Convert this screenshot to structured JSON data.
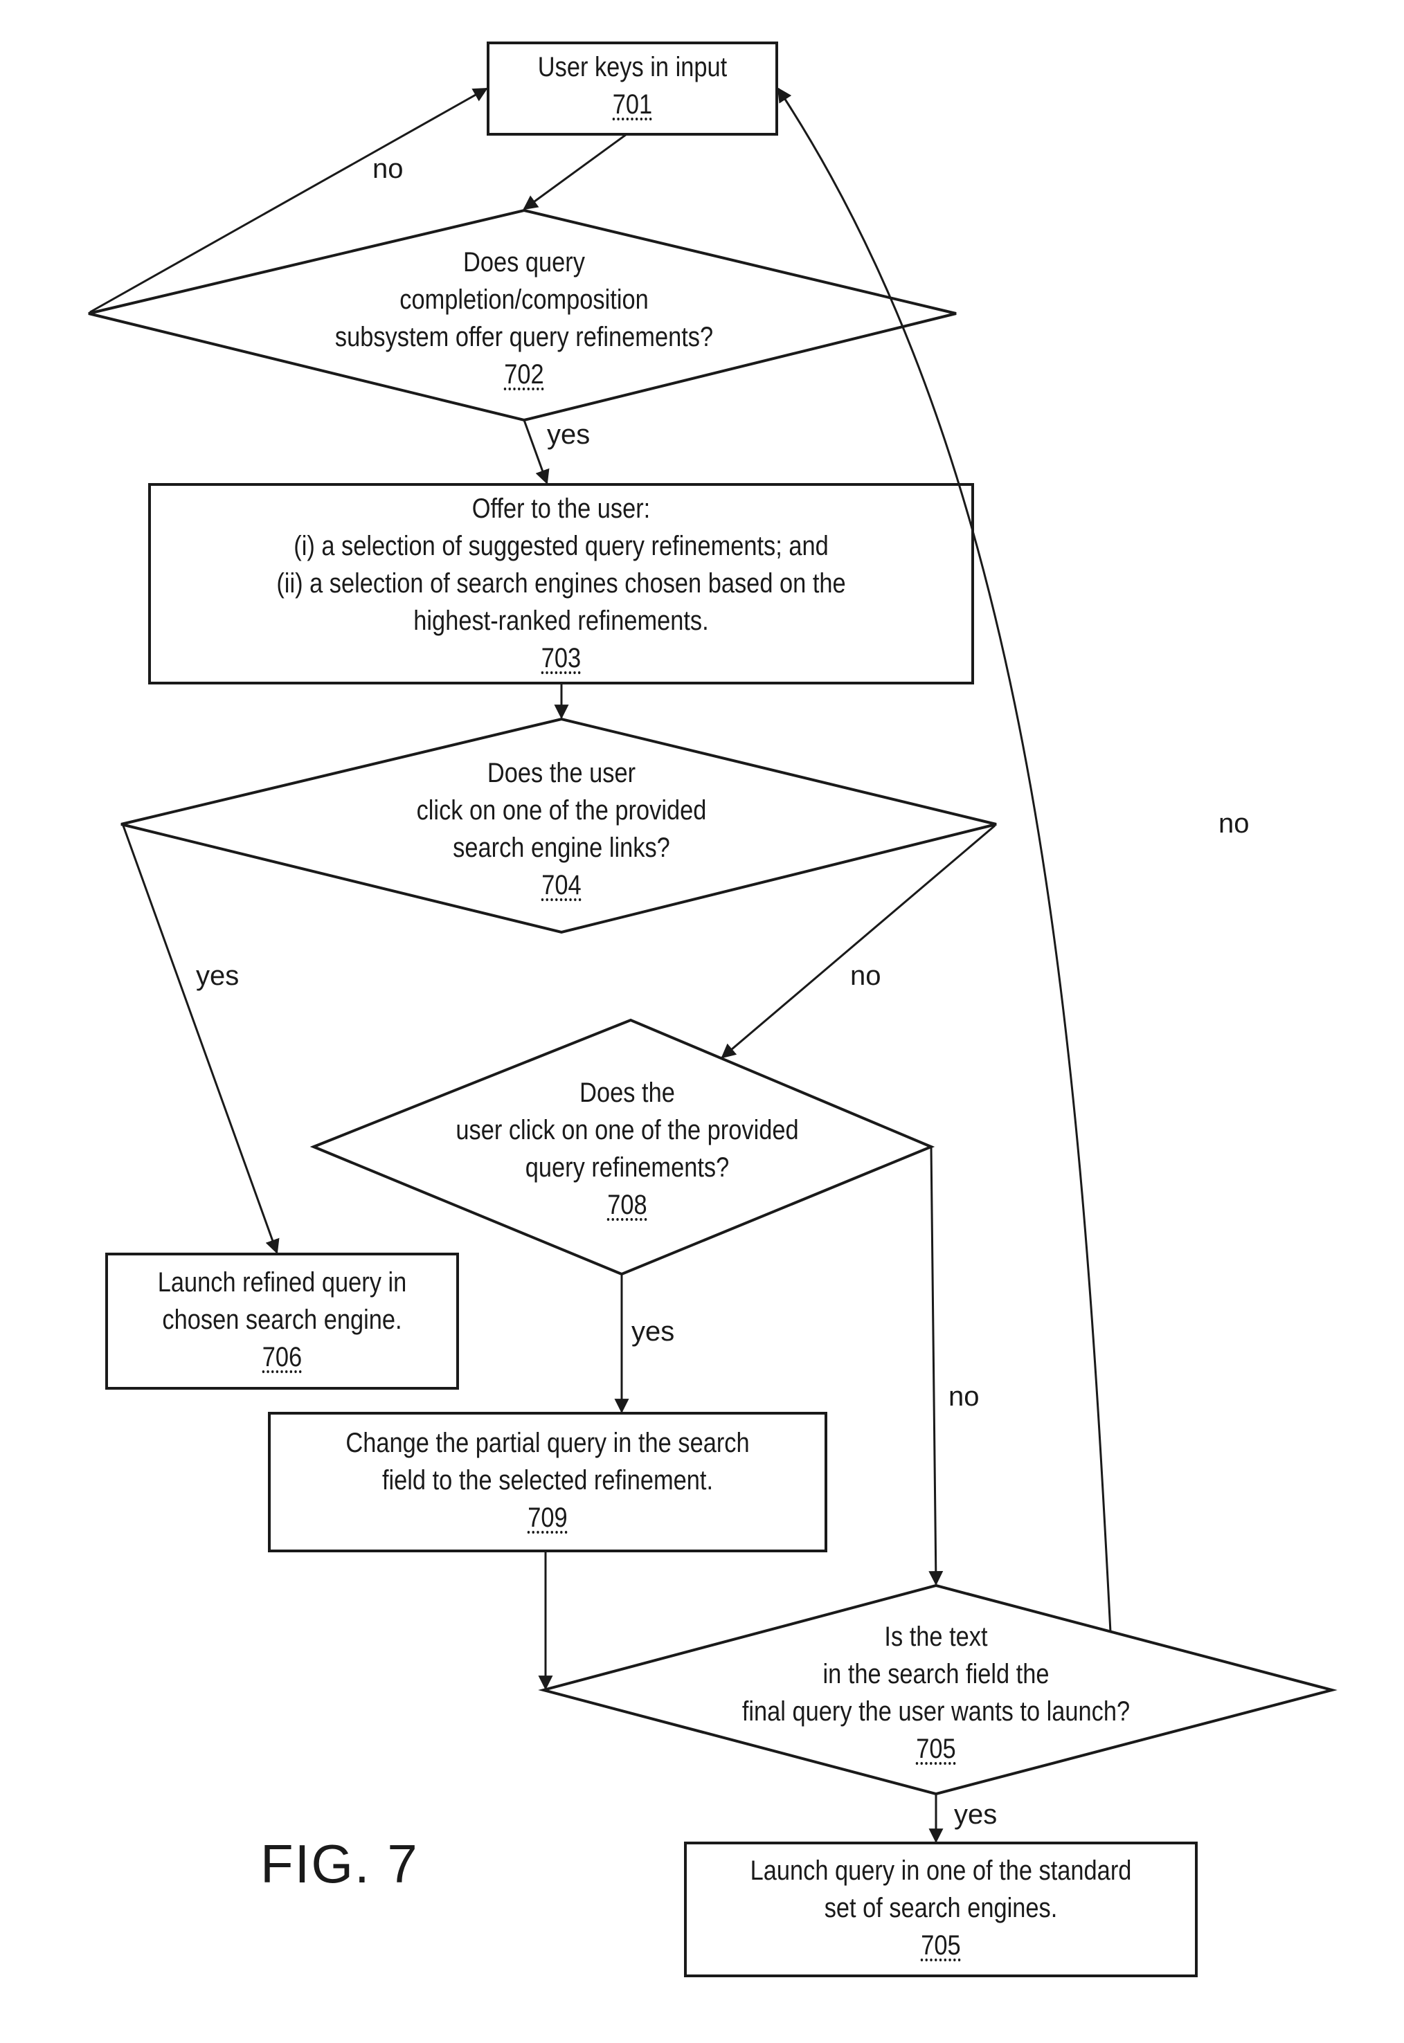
{
  "figure": {
    "label": "FIG. 7"
  },
  "nodes": {
    "n701": {
      "type": "process",
      "lines": [
        "User keys in input"
      ],
      "ref": "701"
    },
    "n702": {
      "type": "decision",
      "lines": [
        "Does query",
        "completion/composition",
        "subsystem offer query refinements?"
      ],
      "ref": "702"
    },
    "n703": {
      "type": "process",
      "lines": [
        "Offer to the user:",
        "(i) a selection of suggested query refinements; and",
        "(ii) a selection of search engines chosen based on the",
        "highest-ranked refinements."
      ],
      "ref": "703"
    },
    "n704": {
      "type": "decision",
      "lines": [
        "Does the user",
        "click on one of the provided",
        "search engine links?"
      ],
      "ref": "704"
    },
    "n708": {
      "type": "decision",
      "lines": [
        "Does the",
        "user click on one of the provided",
        "query refinements?"
      ],
      "ref": "708"
    },
    "n706": {
      "type": "process",
      "lines": [
        "Launch refined query in",
        "chosen search engine."
      ],
      "ref": "706"
    },
    "n709": {
      "type": "process",
      "lines": [
        "Change the partial query in the search",
        "field to the selected refinement."
      ],
      "ref": "709"
    },
    "n705d": {
      "type": "decision",
      "lines": [
        "Is the text",
        "in the search field the",
        "final query the user wants to launch?"
      ],
      "ref": "705"
    },
    "n705b": {
      "type": "process",
      "lines": [
        "Launch query in one of the standard",
        "set of search engines."
      ],
      "ref": "705"
    }
  },
  "edges": [
    {
      "from": "701",
      "to": "702",
      "label": ""
    },
    {
      "from": "702",
      "to": "701",
      "label": "no"
    },
    {
      "from": "702",
      "to": "703",
      "label": "yes"
    },
    {
      "from": "703",
      "to": "704",
      "label": ""
    },
    {
      "from": "704",
      "to": "706",
      "label": "yes"
    },
    {
      "from": "704",
      "to": "708",
      "label": "no"
    },
    {
      "from": "708",
      "to": "709",
      "label": "yes"
    },
    {
      "from": "708",
      "to": "705",
      "label": "no"
    },
    {
      "from": "709",
      "to": "705",
      "label": ""
    },
    {
      "from": "705",
      "to": "701",
      "label": "no"
    },
    {
      "from": "705",
      "to": "705-launch",
      "label": "yes"
    }
  ],
  "edge_labels": {
    "no_702": "no",
    "yes_702": "yes",
    "yes_704": "yes",
    "no_704": "no",
    "yes_708": "yes",
    "no_708": "no",
    "no_705": "no",
    "yes_705": "yes"
  }
}
